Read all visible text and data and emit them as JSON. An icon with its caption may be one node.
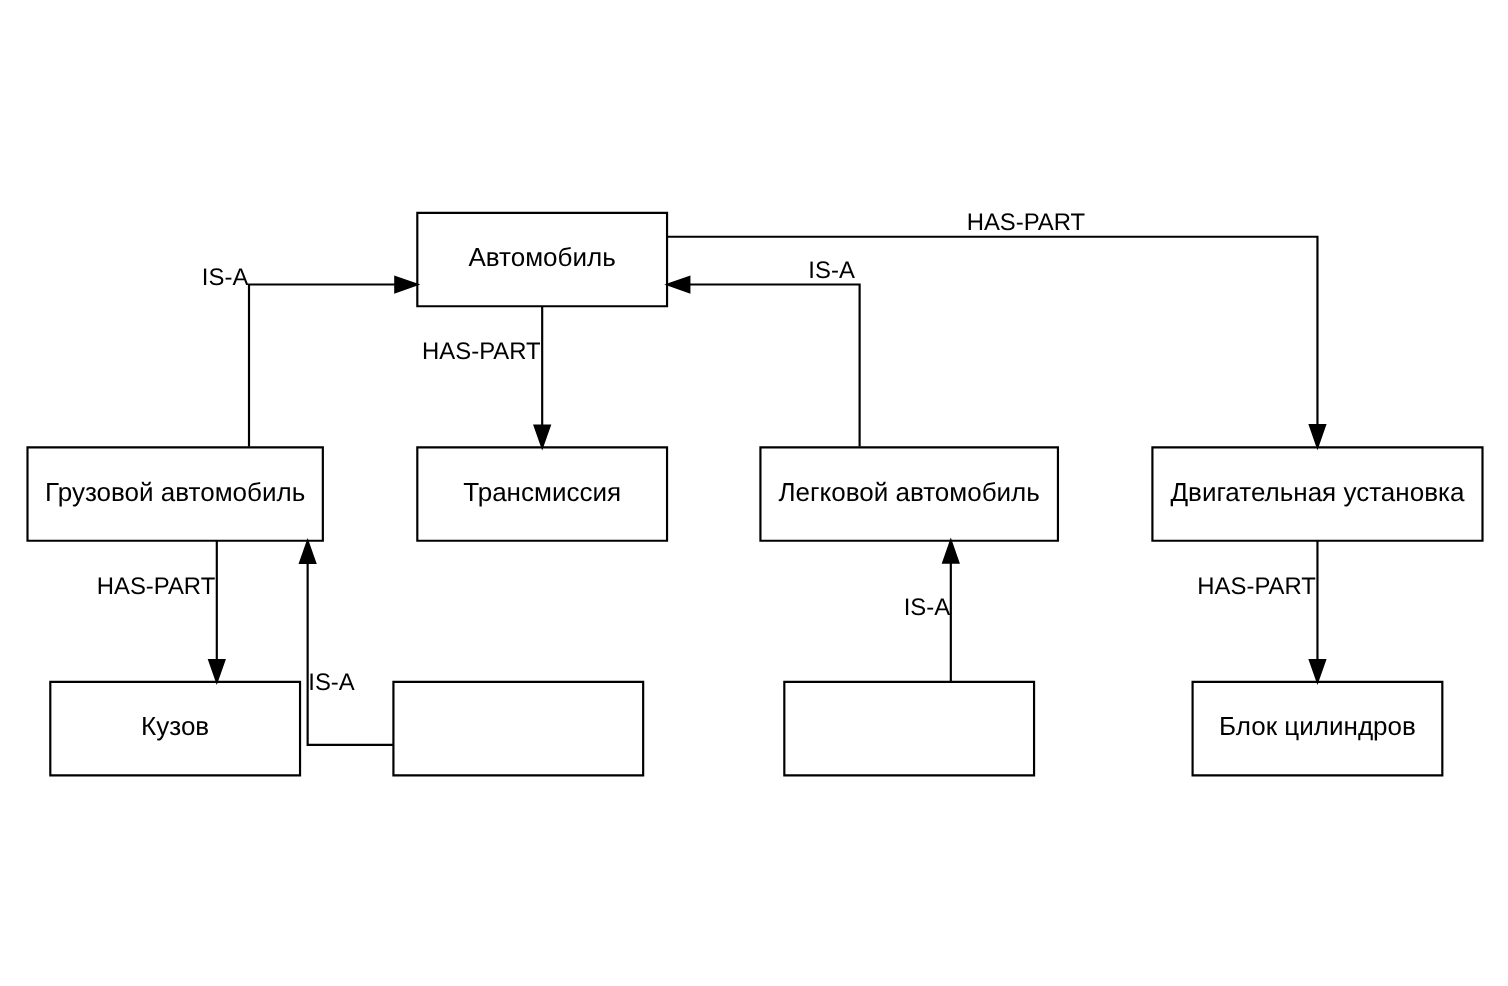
{
  "diagram": {
    "nodes": [
      {
        "text": [
          "Автомобиль"
        ]
      },
      {
        "text": [
          "Грузовой автомобиль"
        ]
      },
      {
        "text": [
          "Трансмиссия"
        ]
      },
      {
        "text": [
          "Легковой автомобиль"
        ]
      },
      {
        "text": [
          "Двигательная установка"
        ]
      },
      {
        "text": [
          "Кузов"
        ]
      },
      {
        "text": [],
        "shape": "box"
      },
      {
        "text": [],
        "shape": "box"
      },
      {
        "text": [
          "Блок цилиндров"
        ]
      }
    ],
    "edges": [
      {
        "from": 1,
        "to": 0,
        "arrow": "to",
        "label": "IS-A"
      },
      {
        "from": 0,
        "to": 2,
        "arrow": "to",
        "label": "HAS-PART"
      },
      {
        "from": 3,
        "to": 0,
        "arrow": "to",
        "label": "IS-A"
      },
      {
        "from": 0,
        "to": 4,
        "arrow": "to",
        "label": "HAS-PART"
      },
      {
        "from": 1,
        "to": 5,
        "arrow": "to",
        "label": "HAS-PART"
      },
      {
        "from": 6,
        "to": 1,
        "arrow": "to",
        "label": "IS-A"
      },
      {
        "from": 7,
        "to": 3,
        "arrow": "to",
        "label": "IS-A"
      },
      {
        "from": 4,
        "to": 8,
        "arrow": "to",
        "label": "HAS-PART"
      }
    ]
  }
}
